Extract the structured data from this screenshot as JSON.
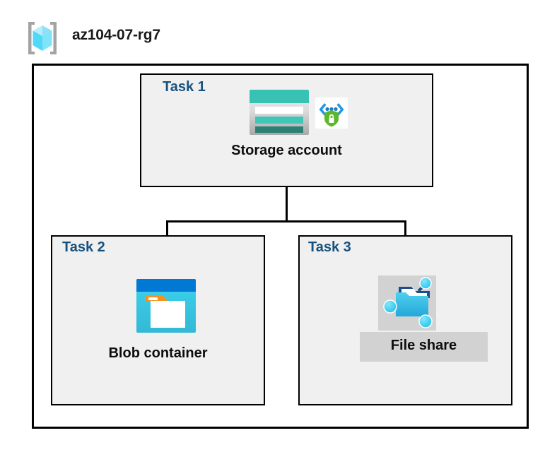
{
  "header": {
    "title": "az104-07-rg7",
    "icon": "resource-group-icon"
  },
  "diagram": {
    "type": "hierarchy",
    "root_label": "az104-07-rg7",
    "nodes": [
      {
        "task_label": "Task 1",
        "name": "Storage account",
        "icon": "storage-account-icon",
        "badge_icon": "secure-endpoint-icon",
        "selected": false
      },
      {
        "task_label": "Task 2",
        "name": "Blob container",
        "icon": "blob-container-icon",
        "selected": false
      },
      {
        "task_label": "Task 3",
        "name": "File share",
        "icon": "file-share-icon",
        "selected": true
      }
    ],
    "edges": [
      {
        "from": "Storage account",
        "to": "Blob container"
      },
      {
        "from": "Storage account",
        "to": "File share"
      }
    ]
  },
  "colors": {
    "task_label": "#17527f",
    "node_label": "#0d0d0d",
    "box_fill": "#f0f0f0",
    "outer_fill": "#ffffff",
    "border": "#000000",
    "selection_highlight": "#d2d2d2",
    "storage_teal": "#37c2b4",
    "storage_teal_dark": "#2b7f74",
    "blob_blue": "#0078d4",
    "blob_cyan": "#32c8e8",
    "blob_orange": "#f7901e",
    "share_cyan": "#32bce8",
    "share_navy": "#1b4d8f",
    "shield_green": "#5cb82a",
    "cube_cyan": "#9fe7fa",
    "bracket_gray": "#a3a3a3"
  }
}
